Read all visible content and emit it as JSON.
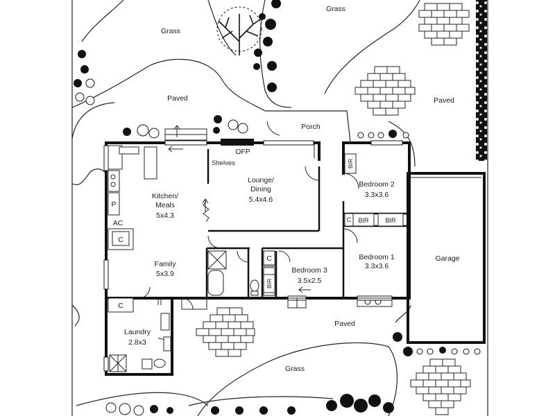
{
  "labels": {
    "grass_top": "Grass",
    "grass_left": "Grass",
    "grass_bottom": "Grass",
    "paved_left": "Paved",
    "paved_right": "Paved",
    "paved_bottom": "Paved",
    "porch": "Porch",
    "ofp": "OFP",
    "shelves": "Shelves",
    "kitchen_name": "Kitchen/",
    "kitchen_name2": "Meals",
    "kitchen_size": "5x4.3",
    "lounge_name": "Lounge/",
    "lounge_name2": "Dining",
    "lounge_size": "5.4x4.6",
    "bed2_name": "Bedroom 2",
    "bed2_size": "3.3x3.6",
    "bed1_name": "Bedroom 1",
    "bed1_size": "3.3x3.6",
    "bed3_name": "Bedroom 3",
    "bed3_size": "3.5x2.5",
    "family_name": "Family",
    "family_size": "5x3.9",
    "laundry_name": "Laundry",
    "laundry_size": "2.8x3",
    "garage": "Garage",
    "pantry": "P",
    "ac": "AC",
    "cupboard_kitchen": "C",
    "cupboard_laundry": "C",
    "cupboard_bath": "C",
    "cupboard_bed": "C",
    "bir_bed2": "BIR",
    "bir_mid": "BIR",
    "bir_bed1": "BIR",
    "bir_bed3": "BIR"
  }
}
